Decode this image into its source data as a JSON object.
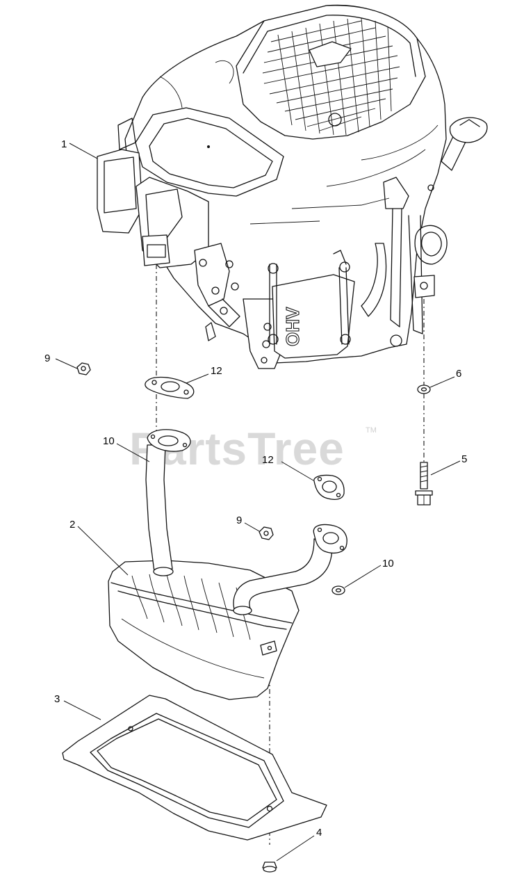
{
  "watermark": {
    "text": "PartsTree",
    "trademark": "TM"
  },
  "engine_label": "OHV",
  "callouts": [
    {
      "id": "c1",
      "label": "1"
    },
    {
      "id": "c9a",
      "label": "9"
    },
    {
      "id": "c12a",
      "label": "12"
    },
    {
      "id": "c6",
      "label": "6"
    },
    {
      "id": "c10a",
      "label": "10"
    },
    {
      "id": "c12b",
      "label": "12"
    },
    {
      "id": "c5",
      "label": "5"
    },
    {
      "id": "c2",
      "label": "2"
    },
    {
      "id": "c9b",
      "label": "9"
    },
    {
      "id": "c10b",
      "label": "10"
    },
    {
      "id": "c3",
      "label": "3"
    },
    {
      "id": "c4",
      "label": "4"
    }
  ]
}
